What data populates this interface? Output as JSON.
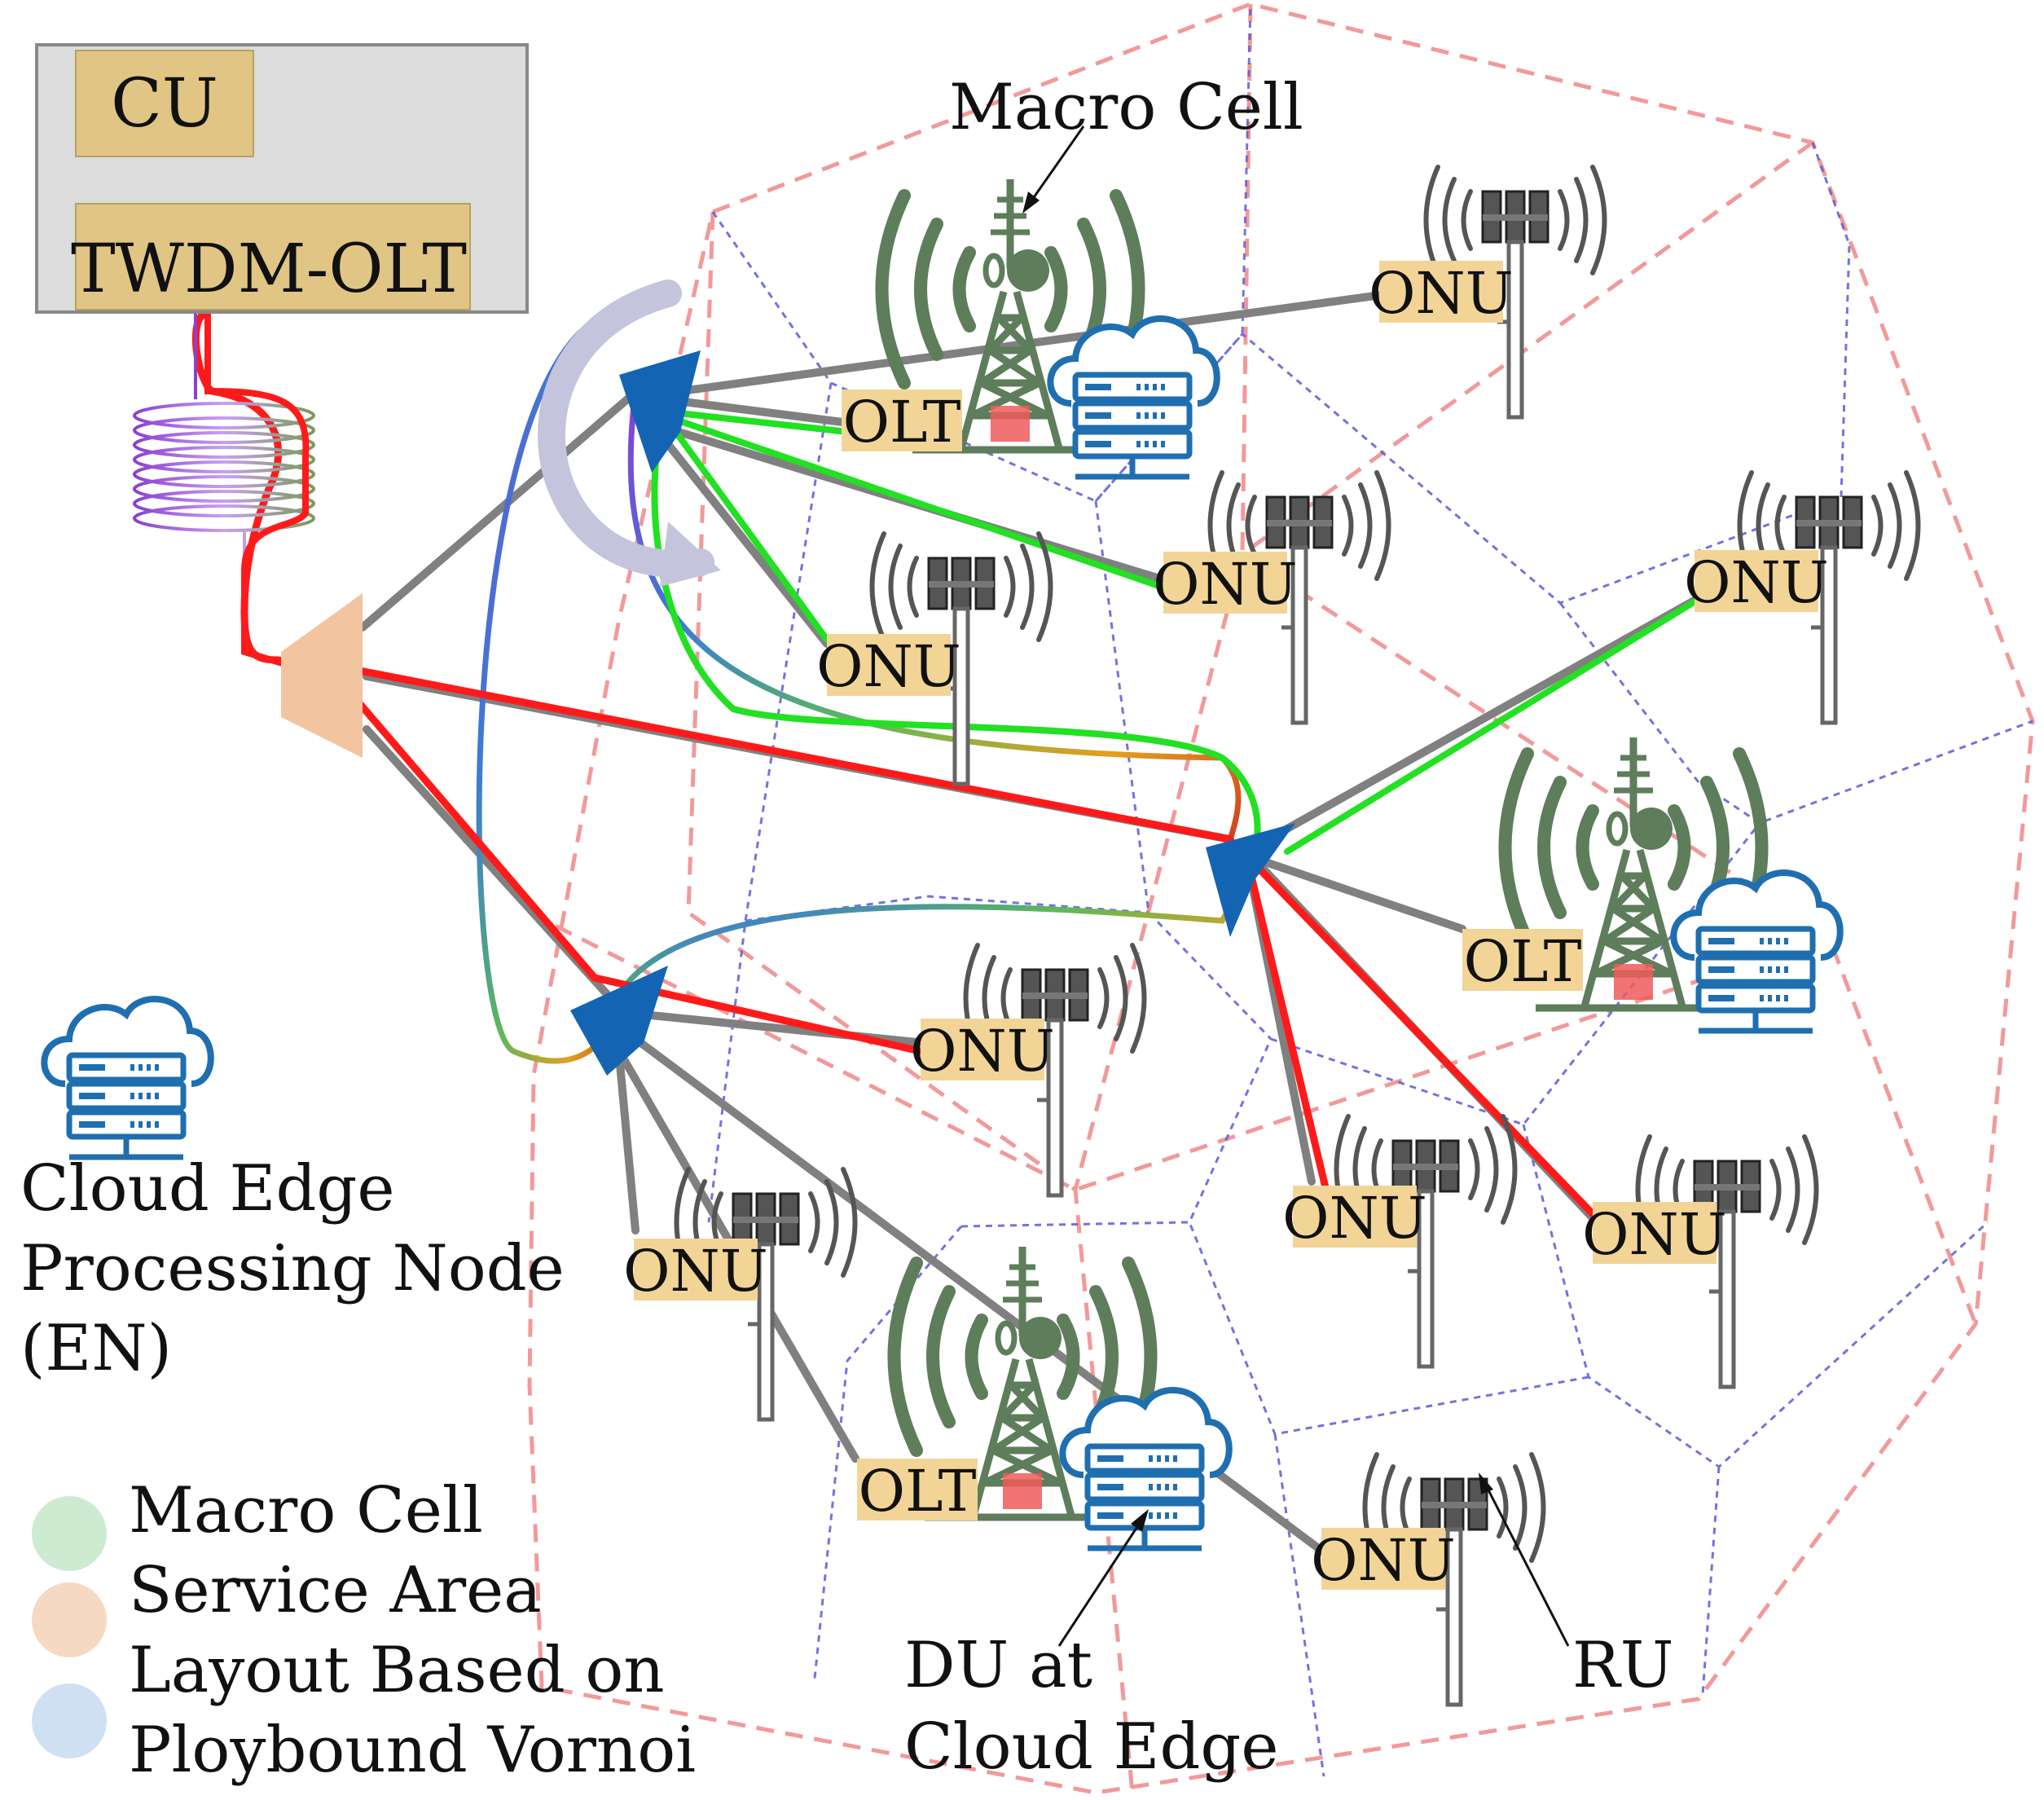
{
  "central_office": {
    "cu_label": "CU",
    "olt_label": "TWDM-OLT",
    "panel_color": "#dcdcdc",
    "box_color": "#e0c585"
  },
  "labels": {
    "olt": "OLT",
    "onu": "ONU",
    "macro_cell_callout": "Macro Cell",
    "du_callout_line1": "DU at",
    "du_callout_line2": "Cloud Edge",
    "ru_callout": "RU"
  },
  "legend": {
    "en_line1": "Cloud Edge",
    "en_line2": "Processing Node",
    "en_line3": "(EN)",
    "area_line1": "Macro Cell",
    "area_line2": "Service Area",
    "area_line3": "Layout Based on",
    "area_line4": "Ploybound Vornoi",
    "area_swatches": [
      "#cdebd0",
      "#f6d9c3",
      "#cfe0f3"
    ]
  },
  "colors": {
    "fiber_gray": "#808080",
    "path_red": "#ff1a1a",
    "path_green": "#22e022",
    "splitter_blue": "#1464b4",
    "splitter_peach": "#f2c4a0",
    "tower_green": "#5e7d5b",
    "cloud_blue": "#1f6fb0",
    "voronoi_outer": "#f08080",
    "voronoi_inner": "#5b5bd6",
    "antenna_dark": "#444444"
  }
}
